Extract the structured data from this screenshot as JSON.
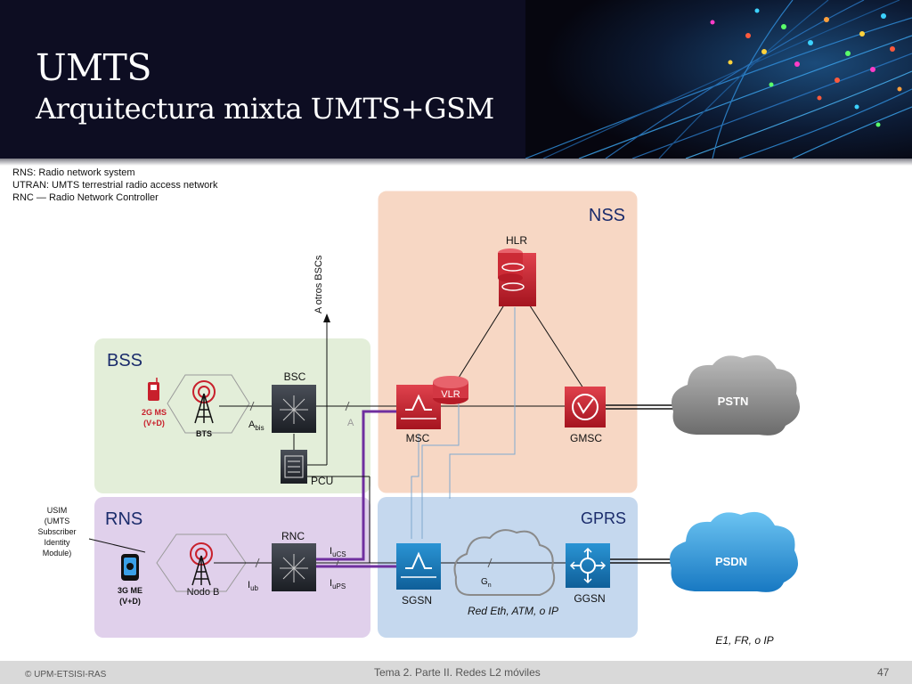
{
  "slide": {
    "title": "UMTS",
    "subtitle": "Arquitectura mixta UMTS+GSM",
    "notes": [
      "RNS: Radio network system",
      "UTRAN: UMTS terrestrial radio access network",
      "RNC — Radio Network Controller"
    ]
  },
  "regions": {
    "nss": "NSS",
    "bss": "BSS",
    "rns": "RNS",
    "gprs": "GPRS"
  },
  "nodes": {
    "hlr": "HLR",
    "vlr": "VLR",
    "msc": "MSC",
    "gmsc": "GMSC",
    "bsc": "BSC",
    "pcu": "PCU",
    "bts": "BTS",
    "ms_2g_line1": "2G MS",
    "ms_2g_line2": "(V+D)",
    "me_3g_line1": "3G ME",
    "me_3g_line2": "(V+D)",
    "nodo_b": "Nodo B",
    "rnc": "RNC",
    "sgsn": "SGSN",
    "ggsn": "GGSN",
    "pstn": "PSTN",
    "psdn": "PSDN"
  },
  "interfaces": {
    "abis_main": "A",
    "abis_sub": "bis",
    "a": "A",
    "iub_main": "I",
    "iub_sub": "ub",
    "iucs_main": "I",
    "iucs_sub": "uCS",
    "iups_main": "I",
    "iups_sub": "uPS",
    "gn_main": "G",
    "gn_sub": "n"
  },
  "labels": {
    "otros_bscs": "A otros BSCs",
    "usim": [
      "USIM",
      "(UMTS",
      "Subscriber",
      "Identity",
      "Module)"
    ],
    "red_eth": "Red Eth, ATM, o IP",
    "transport": "E1, FR, o IP"
  },
  "footer": {
    "copyright": "© UPM-ETSISI-RAS",
    "center": "Tema 2. Parte II. Redes L2 móviles",
    "page": "47"
  },
  "colors": {
    "header_bg": "#0d0d22",
    "nss_bg": "#f7d7c4",
    "bss_bg": "#e3eed9",
    "rns_bg": "#e0d0eb",
    "gprs_bg": "#c5d8ee",
    "cisco_red": "#c8202c",
    "cisco_blue": "#1479b8",
    "purple_link": "#6f2f9f"
  }
}
